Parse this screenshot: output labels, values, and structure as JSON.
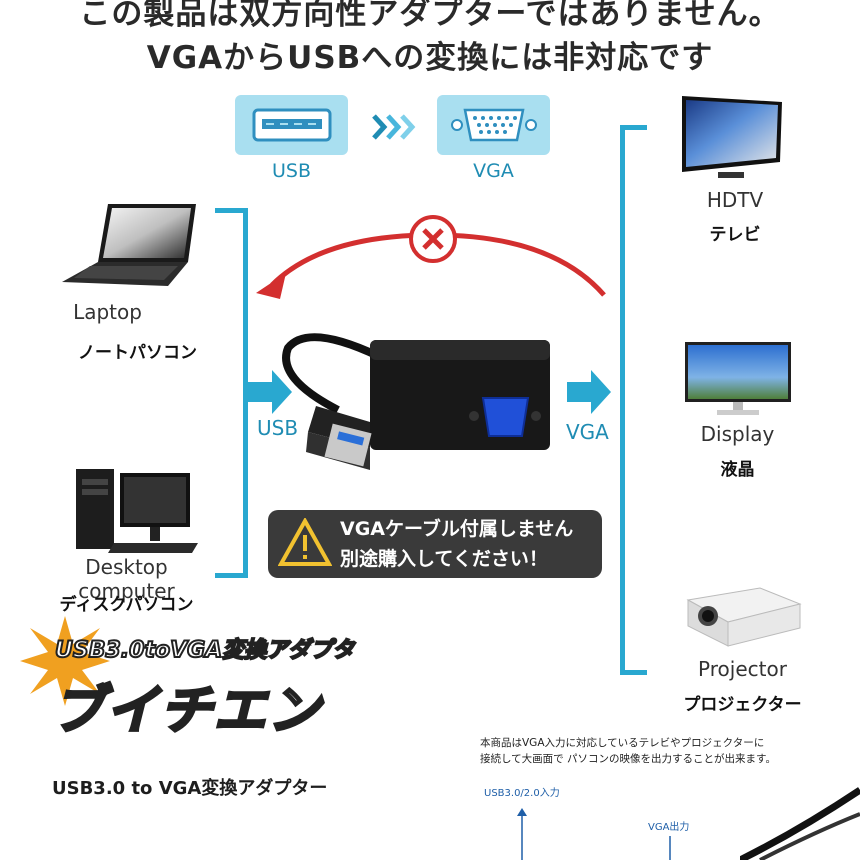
{
  "headline": {
    "line1": "この製品は双方向性アダプターではありません。",
    "line2": "VGAからUSBへの変換には非対応です"
  },
  "conversion": {
    "from_label": "USB",
    "to_label": "VGA"
  },
  "sources": {
    "laptop": {
      "label": "Laptop",
      "sub": "ノートパソコン"
    },
    "desktop": {
      "label": "Desktop computer",
      "sub": "ディスクパソコン"
    }
  },
  "targets": {
    "hdtv": {
      "label": "HDTV",
      "sub": "テレビ"
    },
    "display": {
      "label": "Display",
      "sub": "液晶"
    },
    "projector": {
      "label": "Projector",
      "sub": "プロジェクター"
    }
  },
  "arrows": {
    "input_label": "USB",
    "output_label": "VGA"
  },
  "warning": {
    "line1": "VGAケーブル付属しません",
    "line2": "別途購入してください！"
  },
  "product": {
    "badge": "USB3.0toVGA変換アダプタ",
    "name": "ブイチエン",
    "subtitle": "USB3.0 to VGA変換アダプター"
  },
  "description": {
    "line1": "本商品はVGA入力に対応しているテレビやプロジェクターに",
    "line2": "接続して大画面で パソコンの映像を出力することが出来ます。",
    "input_tag": "USB3.0/2.0入力",
    "output_tag": "VGA出力"
  },
  "colors": {
    "accent_blue": "#29a8d0",
    "warning_red": "#d32f2f",
    "badge_orange": "#f0a020"
  }
}
